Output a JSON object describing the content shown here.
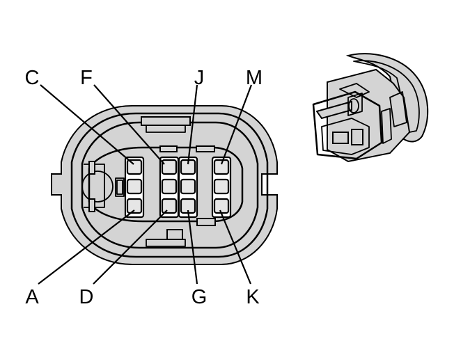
{
  "pin_labels": {
    "C": "C",
    "F": "F",
    "J": "J",
    "M": "M",
    "A": "A",
    "D": "D",
    "G": "G",
    "K": "K"
  },
  "colors": {
    "line": "#000000",
    "housing_fill": "#d9d9d9",
    "terminal_fill": "#e6e6e6",
    "background": "#ffffff"
  }
}
